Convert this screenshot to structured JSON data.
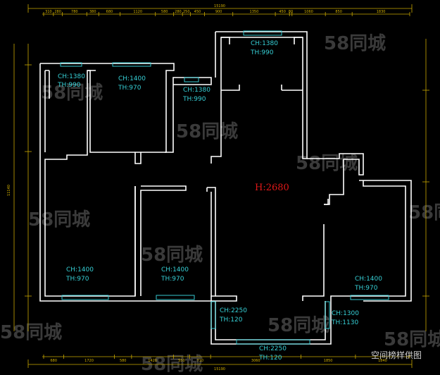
{
  "height_label": "H:2680",
  "caption": "空间榜样供图",
  "watermark": "58同城",
  "top_total": "15190",
  "bottom_total": "15190",
  "left_total": "11140",
  "top_dims": [
    "310",
    "280",
    "780",
    "380",
    "680",
    "1120",
    "580",
    "280",
    "250",
    "450",
    "900",
    "1350",
    "450",
    "80",
    "1060",
    "850",
    "1830"
  ],
  "bottom_dims": [
    "680",
    "1720",
    "580",
    "1420",
    "550",
    "710",
    "3060",
    "1850",
    "1840"
  ],
  "rooms": [
    {
      "ch": "CH:1380",
      "th": "TH:990"
    },
    {
      "ch": "CH:1400",
      "th": "TH:970"
    },
    {
      "ch": "CH:1380",
      "th": "TH:990"
    },
    {
      "ch": "CH:1380",
      "th": "TH:990"
    },
    {
      "ch": "CH:1400",
      "th": "TH:970"
    },
    {
      "ch": "CH:1400",
      "th": "TH:970"
    },
    {
      "ch": "CH:1400",
      "th": "TH:970"
    },
    {
      "ch": "CH:2250",
      "th": "TH:120"
    },
    {
      "ch": "CH:1300",
      "th": "TH:1130"
    },
    {
      "ch": "CH:2250",
      "th": "TH:120"
    }
  ]
}
